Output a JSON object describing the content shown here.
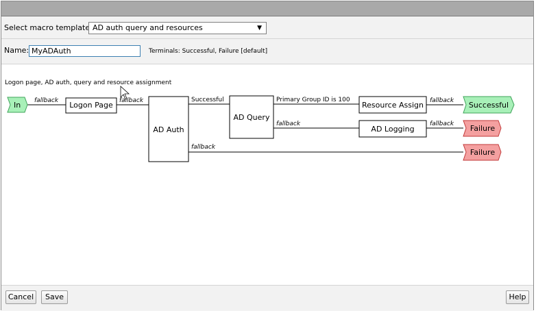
{
  "template_row": {
    "label": "Select macro template:",
    "selected": "AD auth query and resources"
  },
  "name_row": {
    "label": "Name:",
    "value": "MyADAuth",
    "terminals": "Terminals: Successful, Failure [default]"
  },
  "diagram": {
    "description": "Logon page, AD auth, query and resource assignment",
    "nodes": {
      "in": "In",
      "logon": "Logon Page",
      "adauth": "AD Auth",
      "adquery": "AD Query",
      "resource": "Resource Assign",
      "logging": "AD Logging",
      "term_success": "Successful",
      "term_failure1": "Failure",
      "term_failure2": "Failure"
    },
    "edges": {
      "in_logon": "fallback",
      "logon_auth": "fallback",
      "auth_query": "Successful",
      "auth_failure": "fallback",
      "query_resource": "Primary Group ID is 100",
      "query_logging": "fallback",
      "resource_success": "fallback",
      "logging_failure": "fallback"
    },
    "colors": {
      "success": "#a8f0b8",
      "success_border": "#3fa35a",
      "failure": "#f4a0a0",
      "failure_border": "#c23a3a"
    }
  },
  "buttons": {
    "cancel": "Cancel",
    "save": "Save",
    "help": "Help"
  }
}
